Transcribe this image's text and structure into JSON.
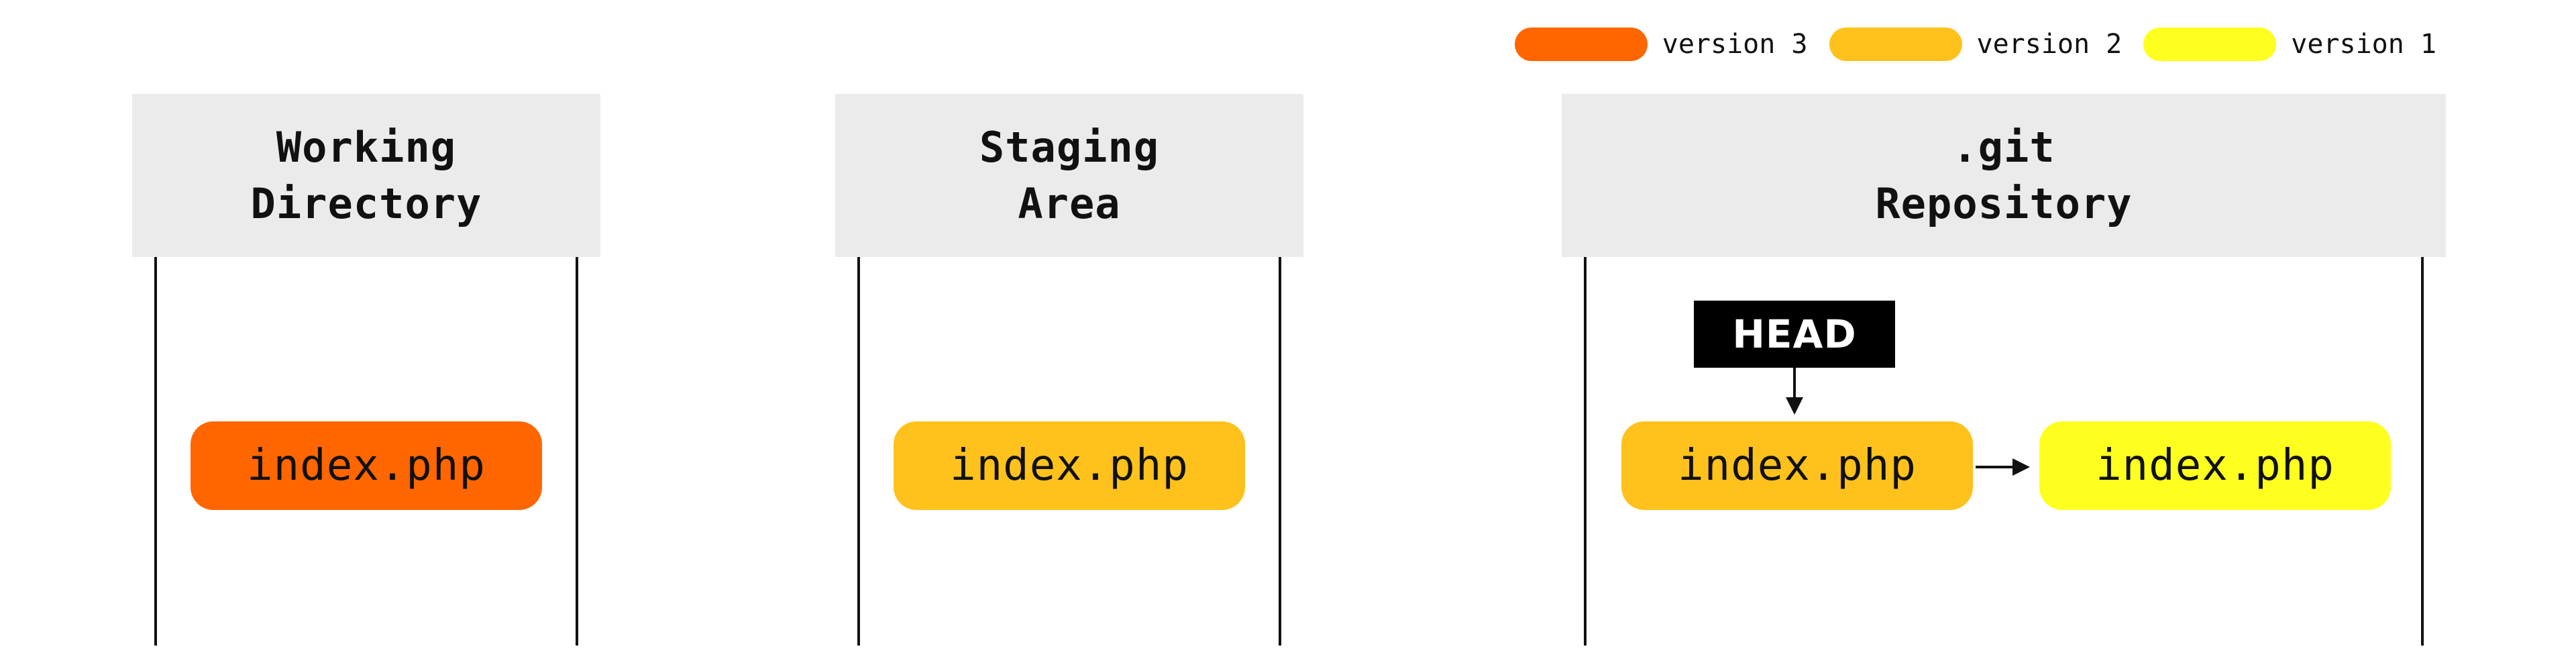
{
  "legend": [
    {
      "label": "version 3",
      "color": "#ff6600"
    },
    {
      "label": "version 2",
      "color": "#ffc21c"
    },
    {
      "label": "version 1",
      "color": "#ffff1f"
    }
  ],
  "columns": {
    "working_directory": {
      "title": "Working\nDirectory",
      "file": {
        "name": "index.php",
        "version": "version 3"
      }
    },
    "staging_area": {
      "title": "Staging\nArea",
      "file": {
        "name": "index.php",
        "version": "version 2"
      }
    },
    "repository": {
      "title": ".git\nRepository",
      "head_label": "HEAD",
      "commits": [
        {
          "name": "index.php",
          "version": "version 2"
        },
        {
          "name": "index.php",
          "version": "version 1"
        }
      ]
    }
  },
  "colors": {
    "header_bg": "#ebebeb",
    "line": "#111111",
    "head_bg": "#000000",
    "head_text": "#ffffff"
  }
}
